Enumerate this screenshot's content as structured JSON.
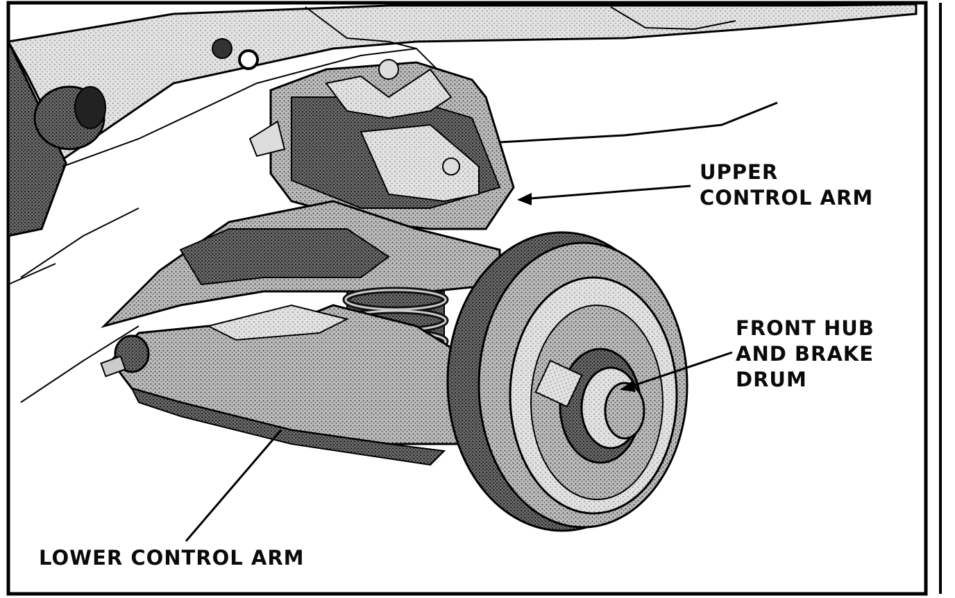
{
  "figure": {
    "callouts": {
      "upper_control_arm": [
        "UPPER",
        "CONTROL ARM"
      ],
      "front_hub": [
        "FRONT HUB",
        "AND BRAKE",
        "DRUM"
      ],
      "lower_control_arm": [
        "LOWER CONTROL ARM"
      ]
    }
  },
  "colors": {
    "ink": "#0a0a0a",
    "paper": "#ffffff",
    "shade": "#9a9a9a"
  }
}
